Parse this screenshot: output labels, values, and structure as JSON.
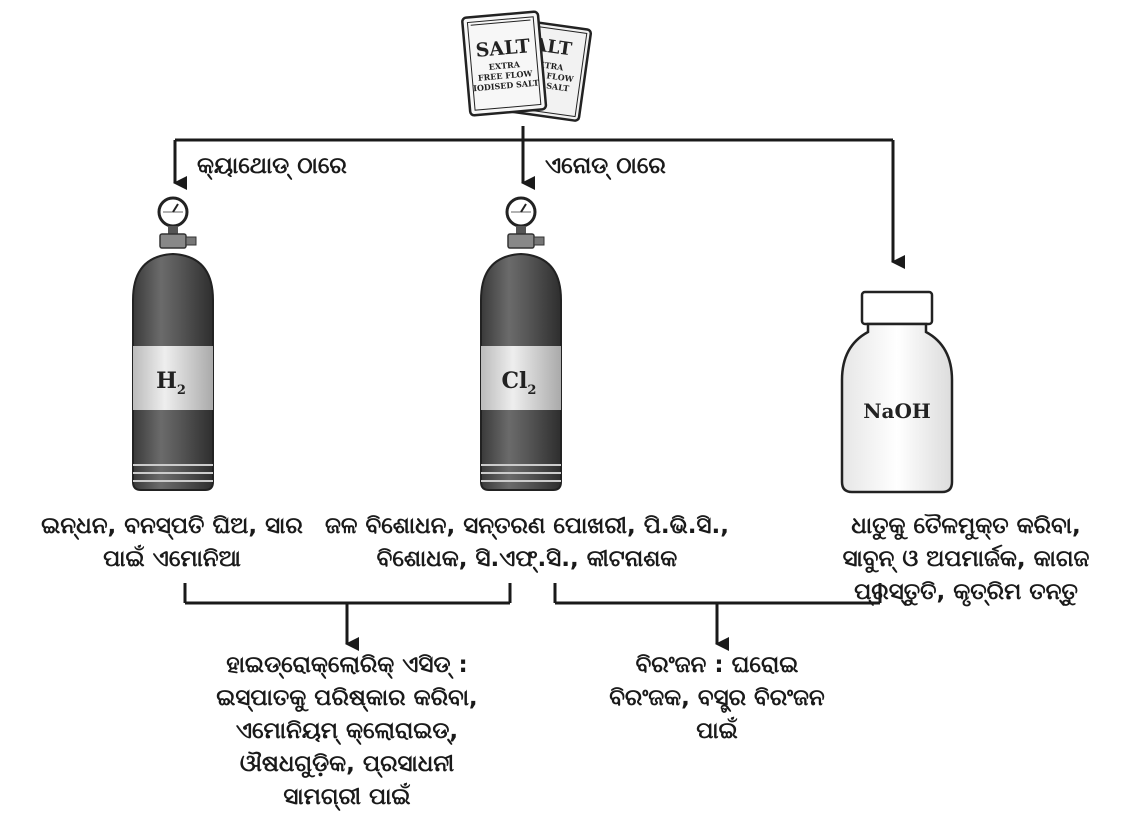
{
  "salt_packet": {
    "brand": "SALT",
    "line1": "EXTRA",
    "line2": "FREE FLOW",
    "line3": "IODISED SALT"
  },
  "salt_packet_back": {
    "brand": "ALT",
    "line1": "EXTRA",
    "line2": "FREE FLOW",
    "line3": "ISED SALT"
  },
  "branch_labels": {
    "cathode": "କ୍ୟାଥୋଡ୍ ଠାରେ",
    "anode": "ଏନୋଡ୍ ଠାରେ"
  },
  "products": {
    "h2": {
      "formula": "H",
      "subscript": "2",
      "uses": [
        "ଇନ୍ଧନ, ବନସ୍ପତି ଘିଅ, ସାର",
        "ପାଇଁ ଏମୋନିଆ"
      ]
    },
    "cl2": {
      "formula": "Cl",
      "subscript": "2",
      "uses": [
        "ଜଳ ବିଶୋଧନ, ସନ୍ତରଣ ପୋଖରୀ, ପି.ଭି.ସି.,",
        "ବିଶୋଧକ, ସି.ଏଫ୍.ସି., କୀଟନାଶକ"
      ]
    },
    "naoh": {
      "formula": "NaOH",
      "uses": [
        "ଧାତୁକୁ ତୈଳମୁକ୍ତ କରିବା,",
        "ସାବୁନ୍ ଓ ଅପମାର୍ଜକ, କାଗଜ",
        "ପ୍ରସ୍ତୁତି, କୃତ୍ରିମ ତନ୍ତୁ"
      ]
    }
  },
  "derived": {
    "hcl": {
      "lines": [
        "ହାଇଡ୍ରୋକ୍ଲୋରିକ୍ ଏସିଡ୍ :",
        "ଇସ୍ପାତକୁ ପରିଷ୍କାର କରିବା,",
        "ଏମୋନିୟମ୍ କ୍ଲୋରାଇଡ୍,",
        "ଔଷଧଗୁଡ଼ିକ, ପ୍ରସାଧନୀ",
        "ସାମଗ୍ରୀ ପାଇଁ"
      ]
    },
    "bleach": {
      "lines": [
        "ବିରଂଜନ : ଘରୋଇ",
        "ବିରଂଜକ, ବସ୍ତ୍ର ବିରଂଜନ",
        "ପାଇଁ"
      ]
    }
  },
  "colors": {
    "line": "#1a1a1a",
    "cylinder": "#5a5a5a",
    "cylinder_dark": "#3a3a3a",
    "band": "#d9d9d9"
  },
  "icons": [
    "salt-packet-icon",
    "gas-cylinder-icon",
    "pressure-gauge-icon",
    "bottle-icon"
  ]
}
